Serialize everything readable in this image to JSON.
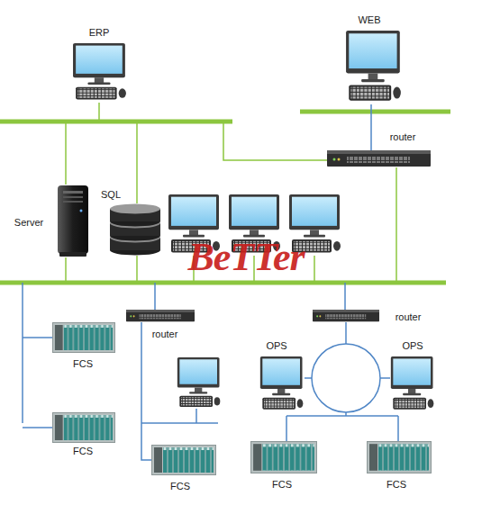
{
  "diagram": {
    "nodes": [
      {
        "text": [
          "WEB"
        ]
      },
      {
        "text": [
          "ERP"
        ]
      },
      {
        "text": [
          "router"
        ]
      },
      {
        "text": [
          "SQL"
        ]
      },
      {
        "text": [
          "Server"
        ]
      },
      {
        "text": [
          "router"
        ]
      },
      {
        "text": [
          "router"
        ]
      },
      {
        "text": [
          "OPS"
        ]
      },
      {
        "text": [
          "OPS"
        ]
      },
      {
        "text": [
          "FCS"
        ]
      },
      {
        "text": [
          "FCS"
        ]
      },
      {
        "text": [
          "FCS"
        ]
      },
      {
        "text": [
          "FCS"
        ]
      },
      {
        "text": [
          "FCS"
        ]
      }
    ],
    "edges": [
      {
        "from": 2,
        "to": 0,
        "arrow": "none"
      },
      {
        "from": 5,
        "to": 11,
        "arrow": "none"
      }
    ],
    "labels": [
      "BeTTer"
    ]
  }
}
